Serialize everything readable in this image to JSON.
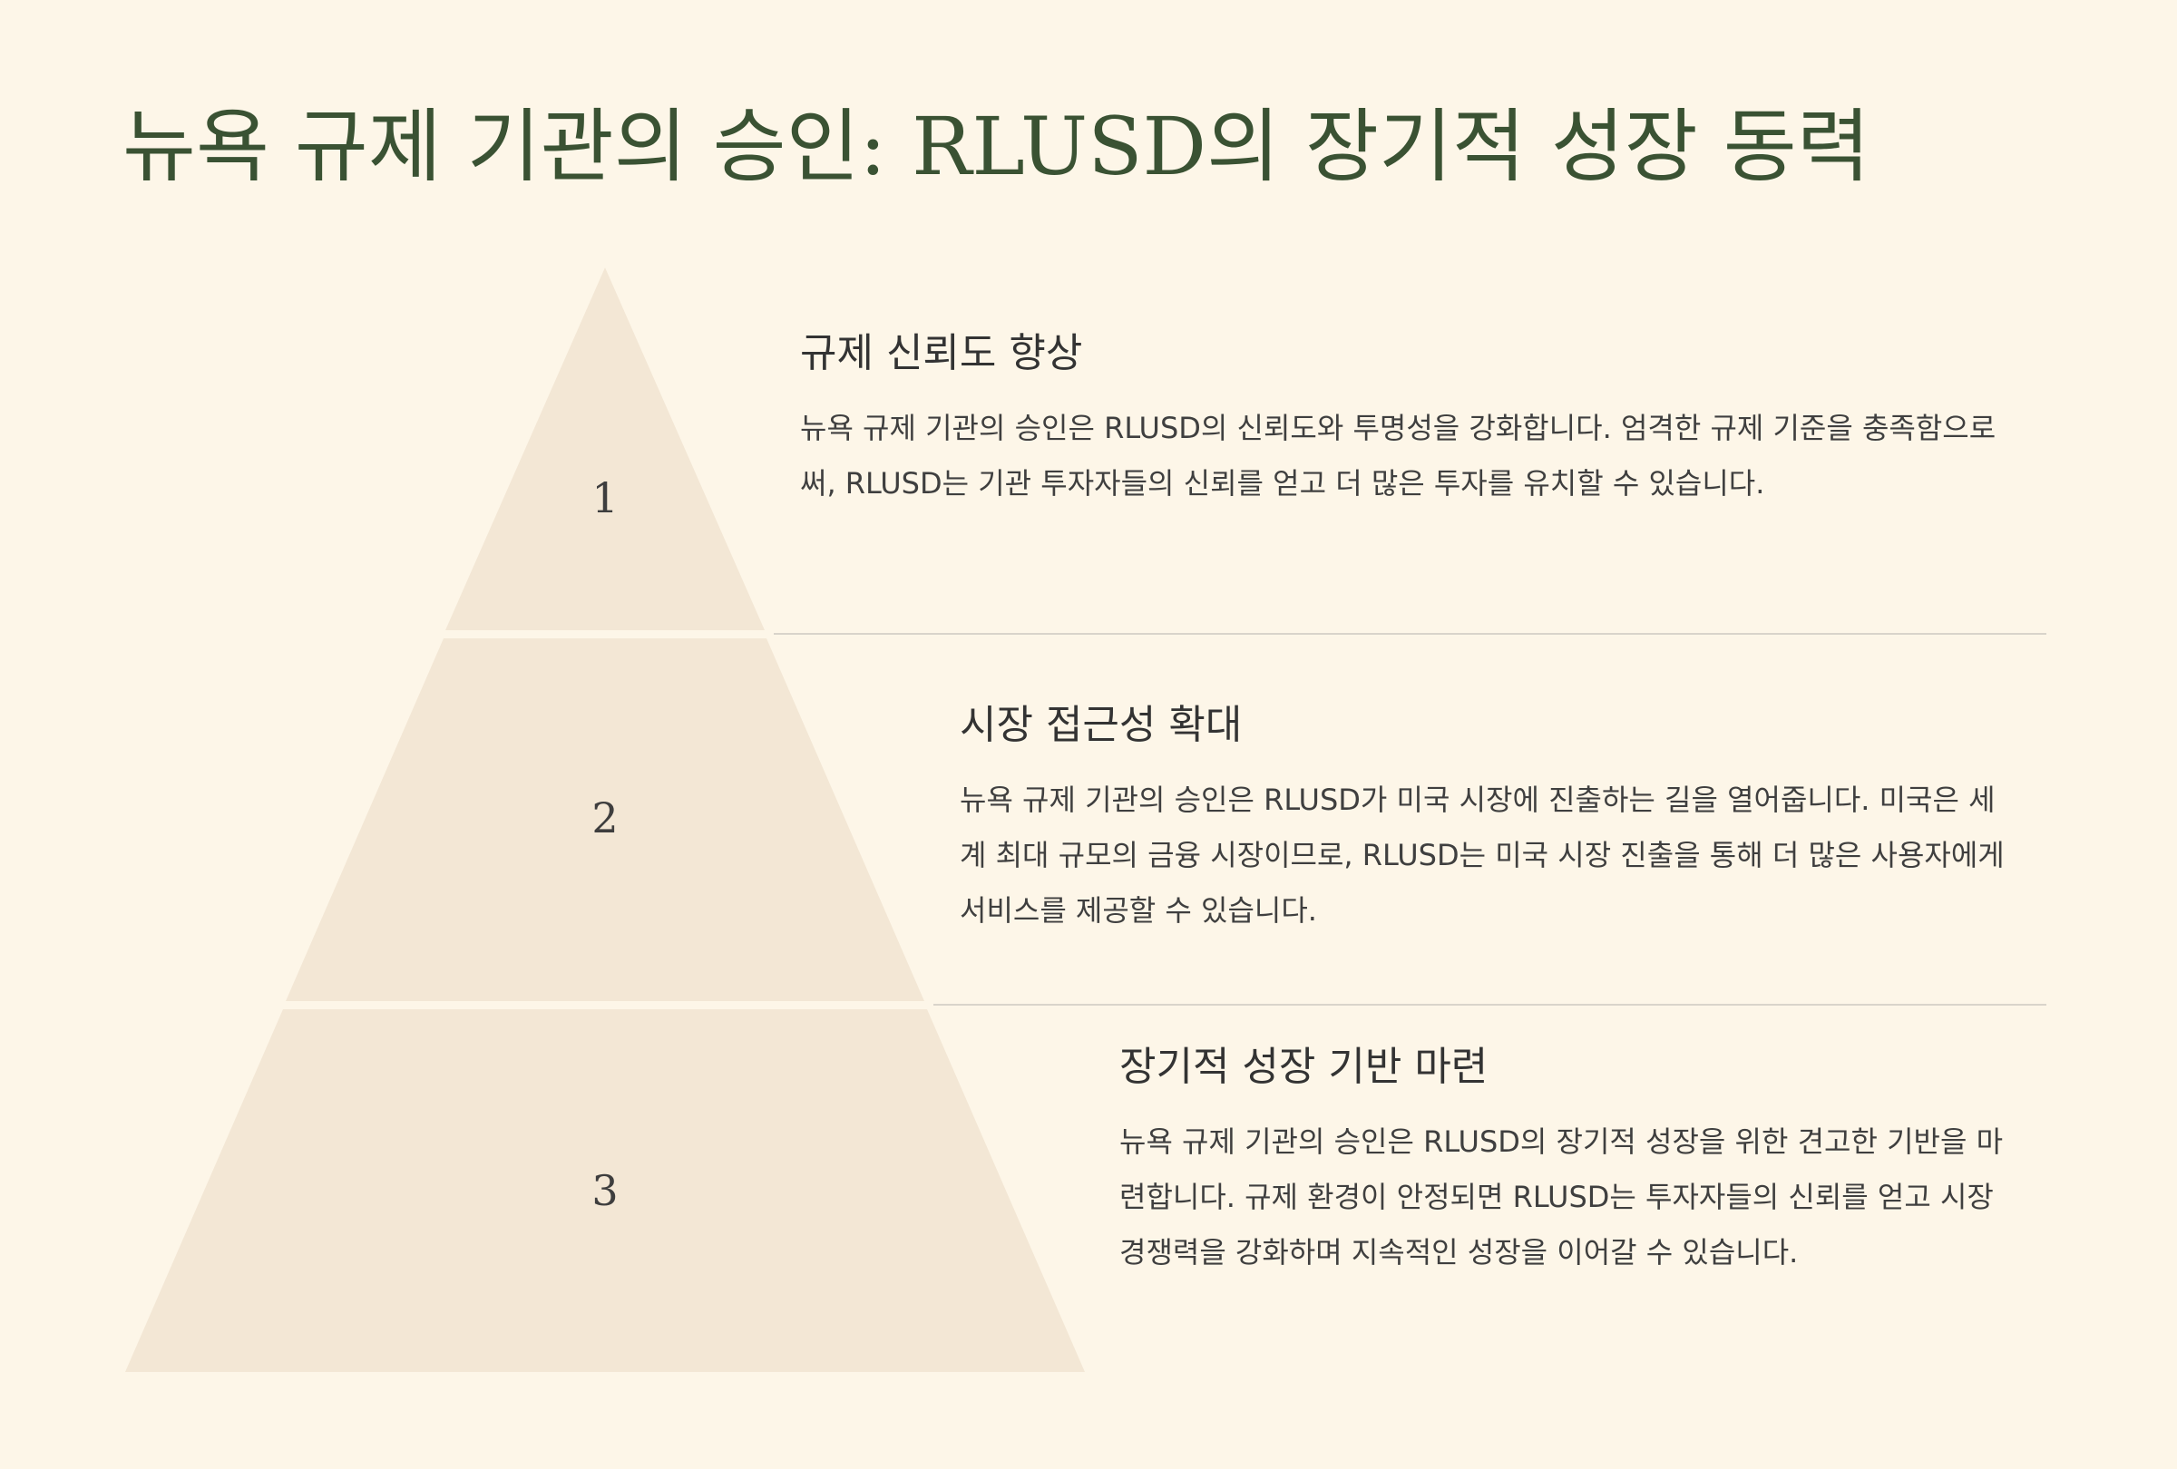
{
  "title": "뉴욕 규제 기관의 승인: RLUSD의 장기적 성장 동력",
  "colors": {
    "background": "#fdf6e8",
    "title": "#3a5233",
    "tier_fill": "#f3e7d5",
    "divider": "#d9d4cb"
  },
  "levels": [
    {
      "number": "1",
      "title": "규제 신뢰도 향상",
      "description": "뉴욕 규제 기관의 승인은 RLUSD의 신뢰도와 투명성을 강화합니다. 엄격한 규제 기준을 충족함으로써, RLUSD는 기관 투자자들의 신뢰를 얻고 더 많은 투자를 유치할 수 있습니다."
    },
    {
      "number": "2",
      "title": "시장 접근성 확대",
      "description": "뉴욕 규제 기관의 승인은 RLUSD가 미국 시장에 진출하는 길을 열어줍니다. 미국은 세계 최대 규모의 금융 시장이므로, RLUSD는 미국 시장 진출을 통해 더 많은 사용자에게 서비스를 제공할 수 있습니다."
    },
    {
      "number": "3",
      "title": "장기적 성장 기반 마련",
      "description": "뉴욕 규제 기관의 승인은 RLUSD의 장기적 성장을 위한 견고한 기반을 마련합니다. 규제 환경이 안정되면 RLUSD는 투자자들의 신뢰를 얻고 시장 경쟁력을 강화하며 지속적인 성장을 이어갈 수 있습니다."
    }
  ]
}
